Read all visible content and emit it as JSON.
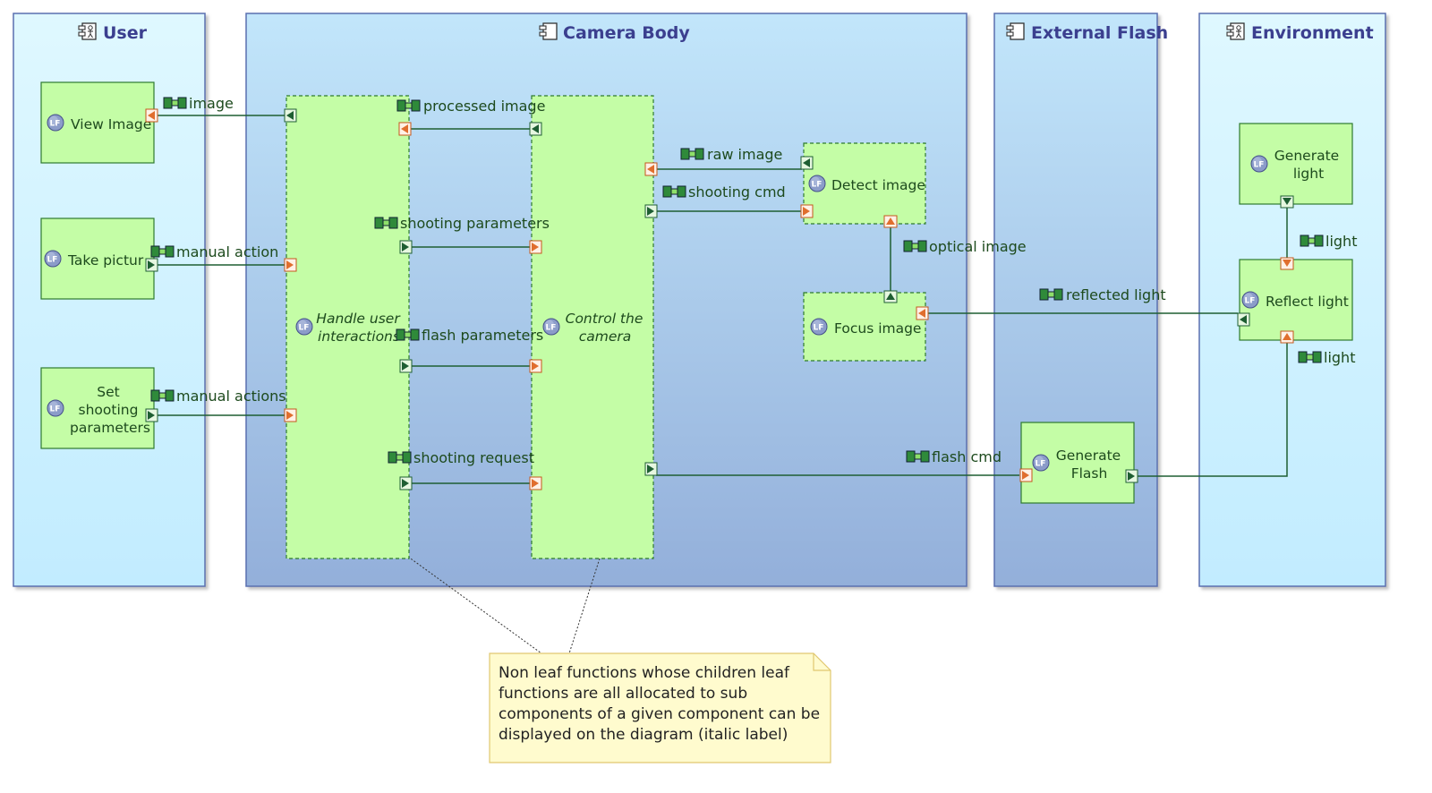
{
  "components": {
    "user": "User",
    "camera_body": "Camera Body",
    "external_flash": "External Flash",
    "environment": "Environment"
  },
  "functions": {
    "view_image": "View Image",
    "take_picture": "Take pictur",
    "set_shooting_params": [
      "Set",
      "shooting",
      "parameters"
    ],
    "handle_user": [
      "Handle user",
      "interactions"
    ],
    "control_camera": [
      "Control the",
      "camera"
    ],
    "detect_image": "Detect image",
    "focus_image": "Focus image",
    "generate_flash": [
      "Generate",
      "Flash"
    ],
    "generate_light": [
      "Generate",
      "light"
    ],
    "reflect_light": "Reflect light"
  },
  "function_badge": "LF",
  "exchanges": {
    "image": "image",
    "manual_action": "manual action",
    "manual_actions": "manual actions",
    "processed_image": "processed image",
    "shooting_parameters": "shooting parameters",
    "flash_parameters": "flash parameters",
    "shooting_request": "shooting request",
    "raw_image": "raw image",
    "shooting_cmd": "shooting cmd",
    "optical_image": "optical image",
    "reflected_light": "reflected light",
    "flash_cmd": "flash cmd",
    "light_top": "light",
    "light_bottom": "light"
  },
  "note": [
    "Non leaf functions whose children leaf",
    "functions are all allocated to sub",
    "components of a given component can be",
    "displayed on the diagram (italic label)"
  ],
  "colors": {
    "swimlane_light": "#c9f1ff",
    "swimlane_blue_top": "#c2e6fb",
    "swimlane_blue_bottom": "#94b0da",
    "function_fill": "#c4fda6",
    "connector": "#1e5e32",
    "out_port": "#1e5e32",
    "in_port": "#e06e2e",
    "note_fill": "#fffbce"
  }
}
